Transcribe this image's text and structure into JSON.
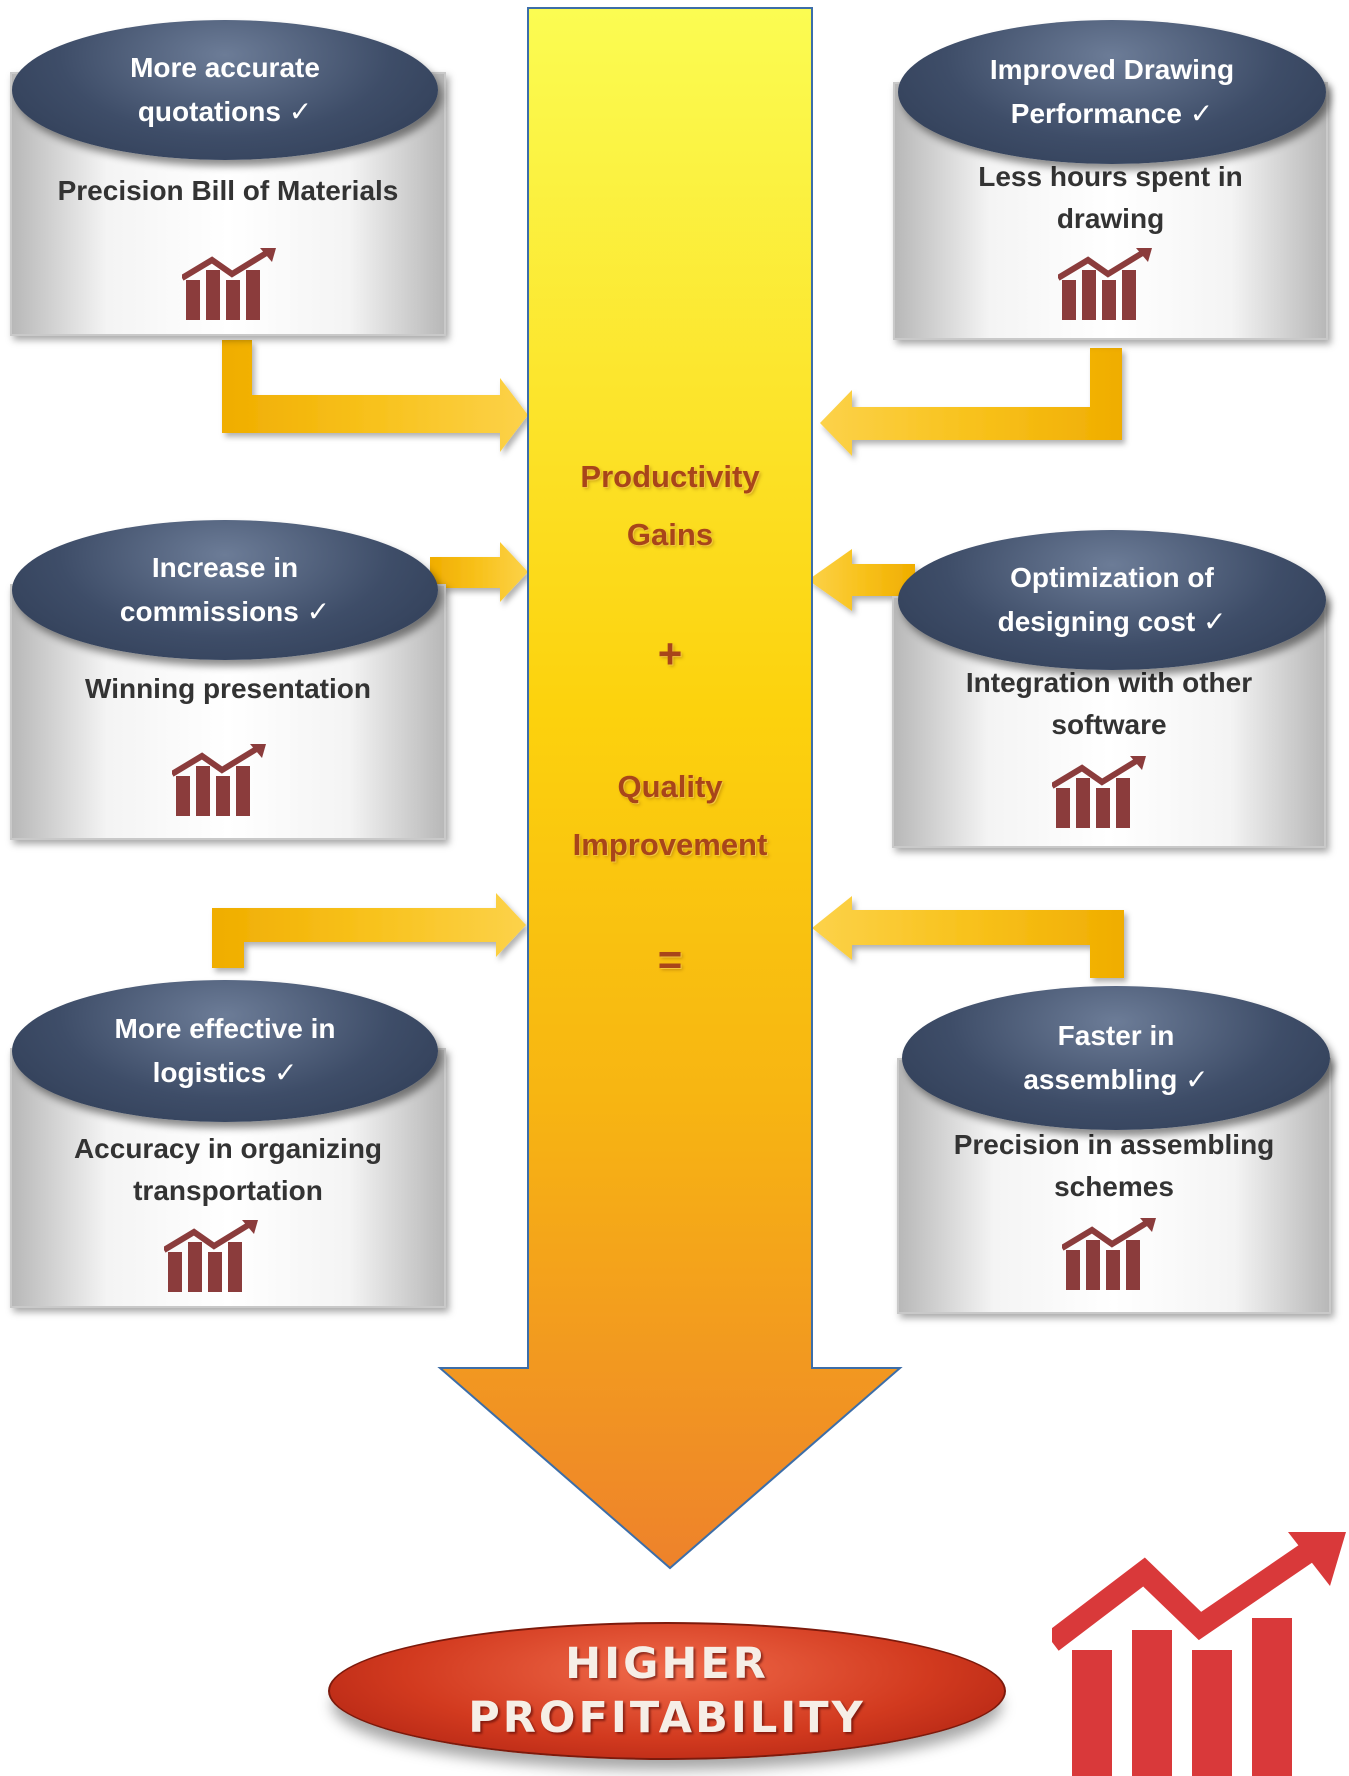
{
  "center": {
    "line1": "Productivity",
    "line2": "Gains",
    "plus": "+",
    "line3": "Quality",
    "line4": "Improvement",
    "equals": "="
  },
  "result": {
    "line1": "HIGHER",
    "line2": "PROFITABILITY"
  },
  "benefits": [
    {
      "oval_line1": "More accurate",
      "oval_line2": "quotations ✓",
      "text_line1": "Precision Bill of Materials",
      "text_line2": ""
    },
    {
      "oval_line1": "Improved Drawing",
      "oval_line2": "Performance ✓",
      "text_line1": "Less hours spent in",
      "text_line2": "drawing"
    },
    {
      "oval_line1": "Increase in",
      "oval_line2": "commissions ✓",
      "text_line1": "Winning presentation",
      "text_line2": ""
    },
    {
      "oval_line1": "Optimization of",
      "oval_line2": "designing cost ✓",
      "text_line1": "Integration with other",
      "text_line2": "software"
    },
    {
      "oval_line1": "More effective in",
      "oval_line2": "logistics ✓",
      "text_line1": "Accuracy in organizing",
      "text_line2": "transportation"
    },
    {
      "oval_line1": "Faster in",
      "oval_line2": "assembling ✓",
      "text_line1": "Precision in assembling",
      "text_line2": "schemes"
    }
  ],
  "colors": {
    "oval_navy": "#3e4d68",
    "arrow_top": "#fbfb4f",
    "arrow_bottom": "#ef8a2b",
    "connector": "#f4b400",
    "chart_icon_small": "#8b3c3c",
    "chart_icon_large": "#d9393a",
    "result_oval": "#d23a1f",
    "center_text": "#a8451a"
  },
  "icons": {
    "benefit_icon": "growth-chart-icon",
    "result_icon": "growth-chart-icon-large"
  }
}
